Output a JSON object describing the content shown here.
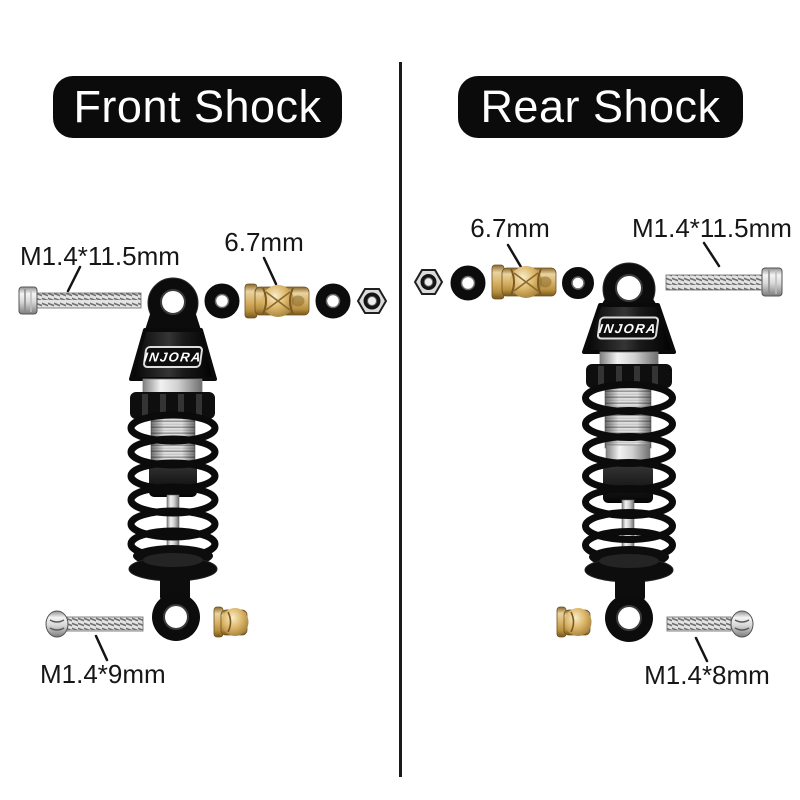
{
  "panels": [
    {
      "title": "Front Shock",
      "brand": "INJORA",
      "labels": {
        "screw_top": "M1.4*11.5mm",
        "ball": "6.7mm",
        "screw_bottom": "M1.4*9mm"
      }
    },
    {
      "title": "Rear Shock",
      "brand": "INJORA",
      "labels": {
        "ball": "6.7mm",
        "screw_top": "M1.4*11.5mm",
        "screw_bottom": "M1.4*8mm"
      }
    }
  ],
  "colors": {
    "background": "#ffffff",
    "banner_bg": "#0b0b0b",
    "banner_text": "#ffffff",
    "label_text": "#161616",
    "divider": "#1a1a1a",
    "brass": "#d9b469",
    "silver": "#d8d8d8",
    "part_black": "#0d0d0d"
  }
}
